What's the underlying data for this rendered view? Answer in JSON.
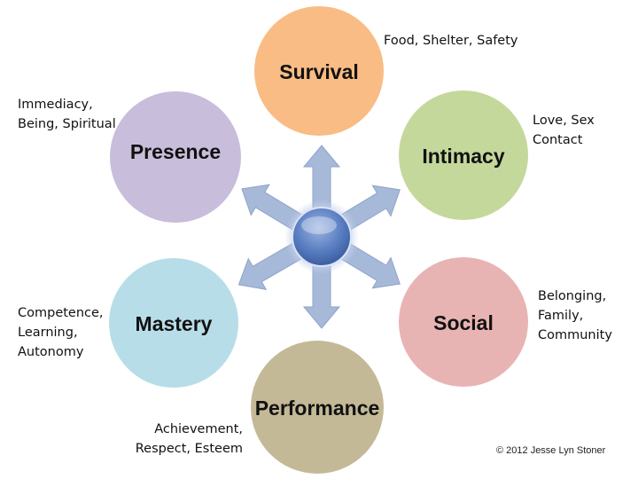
{
  "colors": {
    "arrow": "#a7b9d9",
    "arrow_stroke": "#8ea3c8",
    "hub": "#5a7fc2",
    "survival": "#f9bc84",
    "intimacy": "#c4d89c",
    "social": "#e8b4b3",
    "performance": "#c4b996",
    "mastery": "#b7dde8",
    "presence": "#c8bdda"
  },
  "needs": [
    {
      "key": "survival",
      "label": "Survival",
      "description": [
        "Food, Shelter, Safety"
      ]
    },
    {
      "key": "intimacy",
      "label": "Intimacy",
      "description": [
        "Love, Sex",
        "Contact"
      ]
    },
    {
      "key": "social",
      "label": "Social",
      "description": [
        "Belonging,",
        "Family,",
        "Community"
      ]
    },
    {
      "key": "performance",
      "label": "Performance",
      "description": [
        "Achievement,",
        "Respect, Esteem"
      ]
    },
    {
      "key": "mastery",
      "label": "Mastery",
      "description": [
        "Competence,",
        "Learning,",
        "Autonomy"
      ]
    },
    {
      "key": "presence",
      "label": "Presence",
      "description": [
        "Immediacy,",
        "Being, Spiritual"
      ]
    }
  ],
  "copyright": "© 2012 Jesse Lyn Stoner"
}
